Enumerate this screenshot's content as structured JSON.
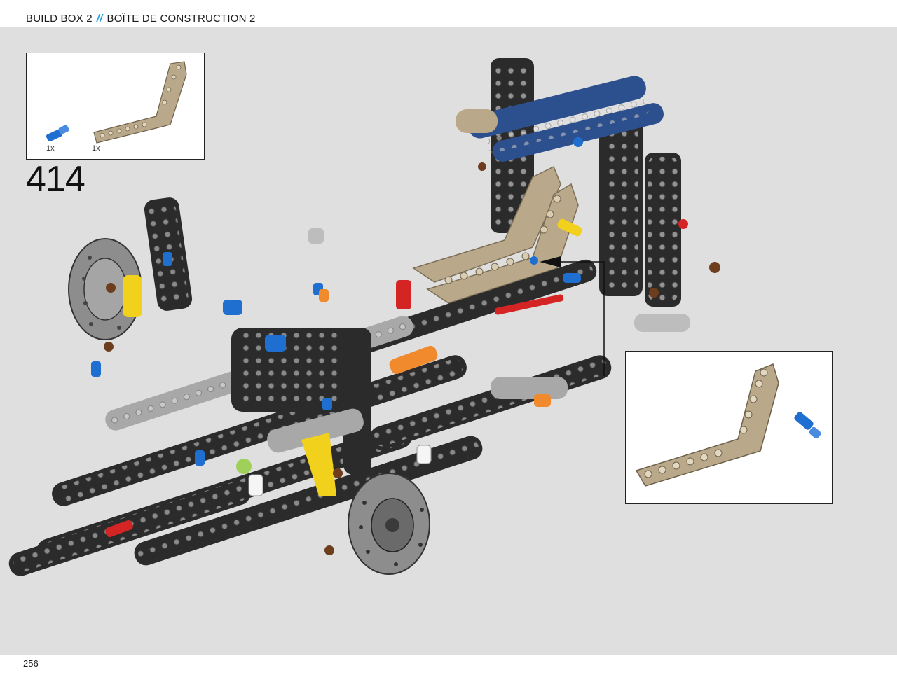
{
  "header": {
    "title_en": "BUILD BOX 2",
    "separator": "//",
    "title_fr": "BOÎTE DE CONSTRUCTION 2"
  },
  "parts_list": [
    {
      "name": "blue-axle-pin-icon",
      "quantity": "1x"
    },
    {
      "name": "tan-bent-beam-icon",
      "quantity": "1x"
    }
  ],
  "step": {
    "number": "414"
  },
  "footer": {
    "page_number": "256"
  },
  "colors": {
    "canvas_bg": "#dfdfdf",
    "header_separator": "#1e9fe0",
    "beam_black": "#2b2b2b",
    "beam_gray": "#a8a8a8",
    "beam_tan": "#b9a98a",
    "beam_blue": "#2c4f8e",
    "pin_blue": "#1f6fd1",
    "pin_yellow": "#f2d11c",
    "pin_red": "#d42424"
  }
}
